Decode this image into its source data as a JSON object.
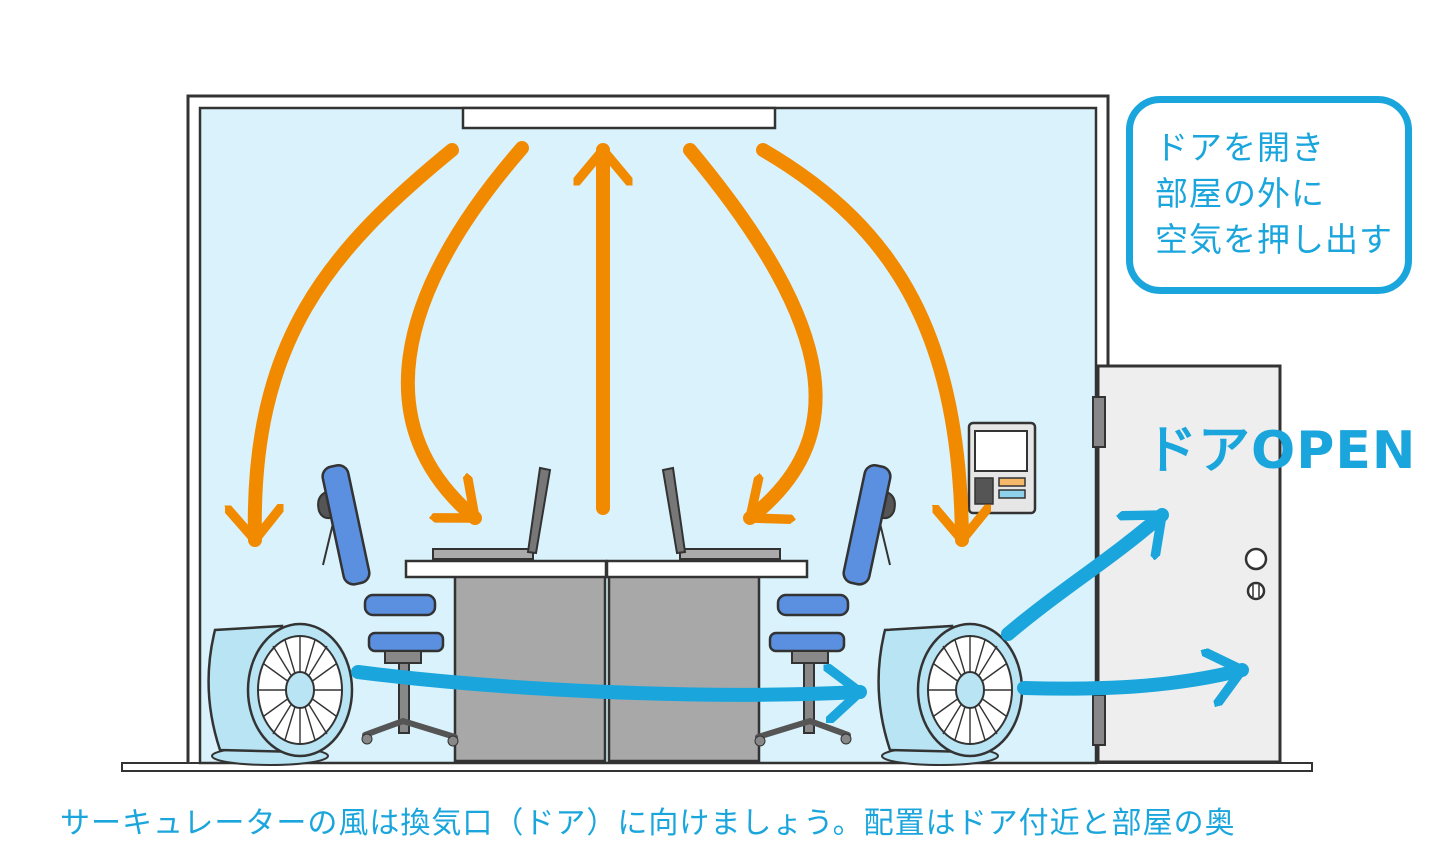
{
  "callout": {
    "lines": [
      "ドアを開き",
      "部屋の外に",
      "空気を押し出す"
    ]
  },
  "door_label": "ドアOPEN",
  "caption": "サーキュレーターの風は換気口（ドア）に向けましょう。配置はドア付近と部屋の奥",
  "colors": {
    "room_fill": "#d9f2fb",
    "orange_arrow": "#f28a00",
    "blue_arrow": "#1aa6dc",
    "chair_blue": "#5b8fe0",
    "desk_gray": "#a8a8a8",
    "fan_body": "#b8e4f4"
  },
  "icons": [
    "ceiling-vent-icon",
    "circulator-fan-icon",
    "office-chair-icon",
    "laptop-icon",
    "wall-panel-icon",
    "door-knob-icon"
  ]
}
